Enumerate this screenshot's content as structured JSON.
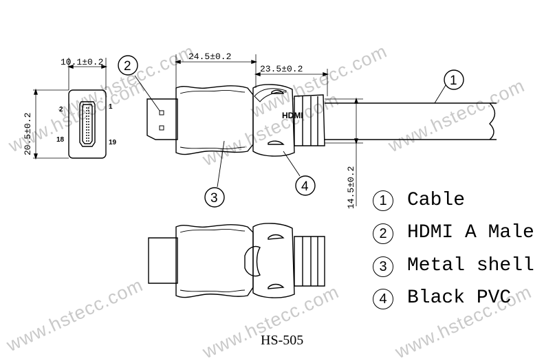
{
  "watermarks": [
    "www.hstecc.com",
    "www.hstecc.com",
    "www.hstecc.com",
    "www.hstecc.com",
    "www.hstecc.com",
    "www.hstecc.com",
    "www.hstecc.com",
    "www.hstecc.com"
  ],
  "dimensions": {
    "width_face": "10.1±0.2",
    "height_face": "20.5±0.2",
    "length_a": "24.5±0.2",
    "length_b": "23.5±0.2",
    "height_body": "14.5±0.2"
  },
  "pin_labels": {
    "p2": "2",
    "p1": "1",
    "p18": "18",
    "p19": "19"
  },
  "callouts": {
    "c1": "1",
    "c2": "2",
    "c3": "3",
    "c4": "4"
  },
  "overmold_text": "HDMI",
  "legend": [
    {
      "num": "1",
      "label": "Cable"
    },
    {
      "num": "2",
      "label": "HDMI A Male"
    },
    {
      "num": "3",
      "label": "Metal shell"
    },
    {
      "num": "4",
      "label": "Black PVC"
    }
  ],
  "model": "HS-505"
}
